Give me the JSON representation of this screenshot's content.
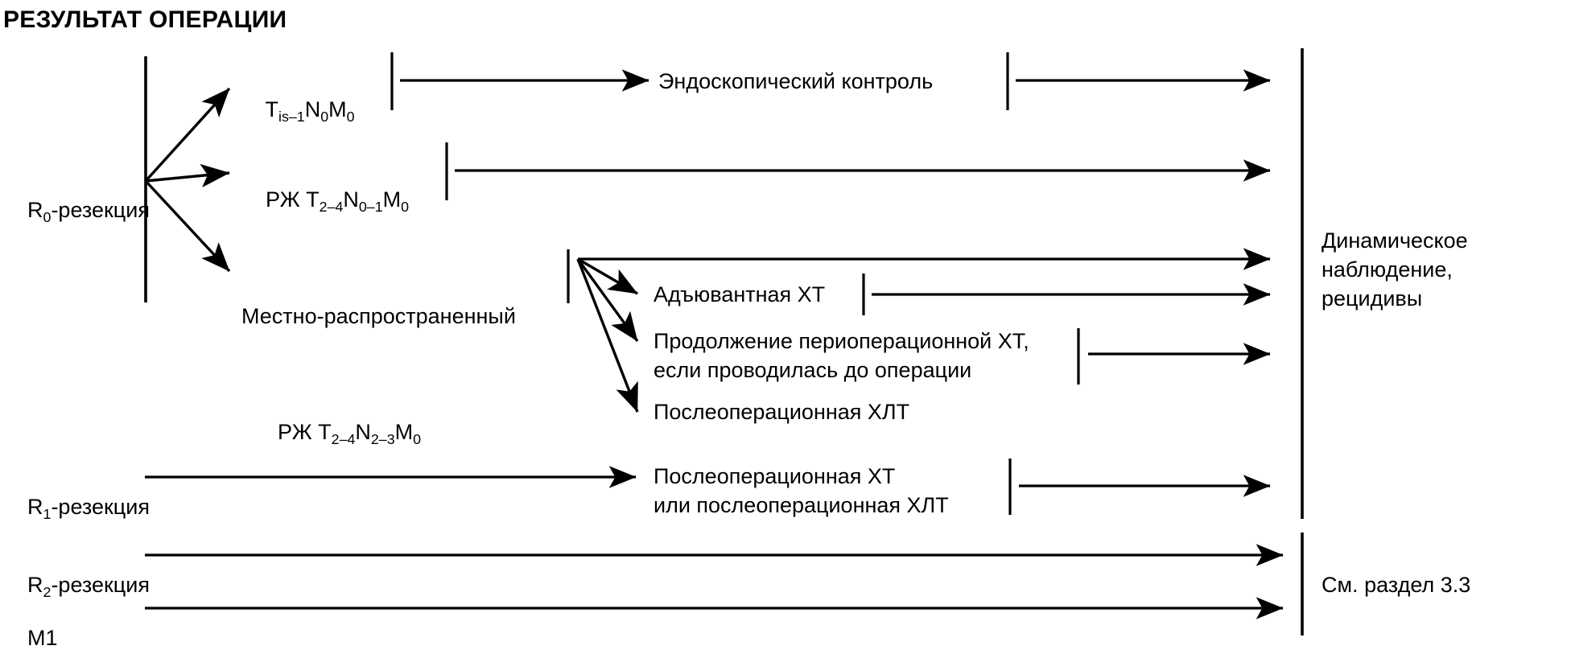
{
  "title": "РЕЗУЛЬТАТ ОПЕРАЦИИ",
  "colors": {
    "ink": "#000000",
    "background": "#ffffff"
  },
  "left_nodes": [
    {
      "id": "r0",
      "label_prefix": "R",
      "label_sub": "0",
      "label_suffix": "-резекция",
      "full": "R0-резекция"
    },
    {
      "id": "r1",
      "label_prefix": "R",
      "label_sub": "1",
      "label_suffix": "-резекция",
      "full": "R1-резекция"
    },
    {
      "id": "r2",
      "label_prefix": "R",
      "label_sub": "2",
      "label_suffix": "-резекция",
      "full": "R2-резекция"
    },
    {
      "id": "m1",
      "label_prefix": "M1",
      "label_sub": "",
      "label_suffix": "",
      "full": "M1"
    }
  ],
  "r0_branches": [
    {
      "id": "tis",
      "line1_parts": [
        {
          "t": "T",
          "sub": false
        },
        {
          "t": "is–1",
          "sub": true
        },
        {
          "t": "N",
          "sub": false
        },
        {
          "t": "0",
          "sub": true
        },
        {
          "t": "M",
          "sub": false
        },
        {
          "t": "0",
          "sub": true
        }
      ],
      "plain": "Tis–1N0M0"
    },
    {
      "id": "rzh-n01",
      "line1_parts": [
        {
          "t": "РЖ T",
          "sub": false
        },
        {
          "t": "2–4",
          "sub": true
        },
        {
          "t": "N",
          "sub": false
        },
        {
          "t": "0–1",
          "sub": true
        },
        {
          "t": "M",
          "sub": false
        },
        {
          "t": "0",
          "sub": true
        }
      ],
      "plain": "РЖ T2–4N0–1M0"
    },
    {
      "id": "locally-advanced",
      "line0": "Местно-распространенный",
      "line1_parts": [
        {
          "t": "РЖ T",
          "sub": false
        },
        {
          "t": "2–4",
          "sub": true
        },
        {
          "t": "N",
          "sub": false
        },
        {
          "t": "2–3",
          "sub": true
        },
        {
          "t": "M",
          "sub": false
        },
        {
          "t": "0",
          "sub": true
        }
      ],
      "plain": "РЖ T2–4N2–3M0"
    }
  ],
  "mid_nodes": {
    "endoscopy": "Эндоскопический контроль",
    "adjuvant_ct": "Адъювантная ХТ",
    "perioperative_ct": "Продолжение периоперационной ХТ,\nесли проводилась до операции",
    "postop_chrt": "Послеоперационная ХЛТ",
    "postop_ct_or_chrt": "Послеоперационная ХТ\nили послеоперационная ХЛТ"
  },
  "right_nodes": {
    "followup": "Динамическое\nнаблюдение,\nрецидивы",
    "see_section": "См. раздел 3.3"
  }
}
